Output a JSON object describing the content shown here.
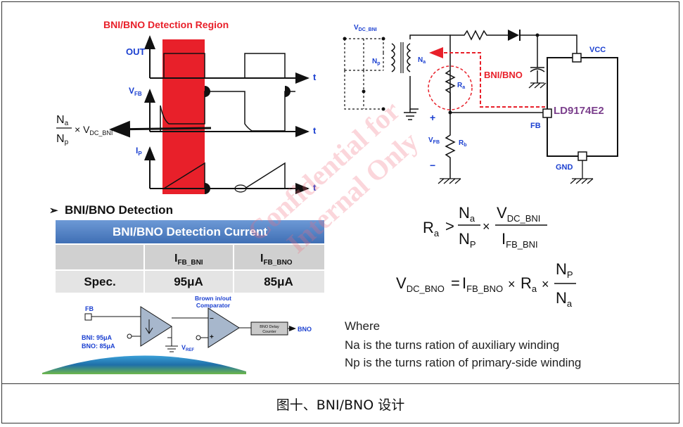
{
  "waveform": {
    "region_title": "BNI/BNO Detection Region",
    "out_label": "OUT",
    "vfb_label": "V",
    "vfb_sub": "FB",
    "ip_label": "I",
    "ip_sub": "P",
    "t_label": "t",
    "ratio_num": "N",
    "ratio_num_sub": "a",
    "ratio_den": "N",
    "ratio_den_sub": "p",
    "ratio_times": "× V",
    "ratio_vsub": "DC_BNI"
  },
  "schematic": {
    "vdc_label": "V",
    "vdc_sub": "DC_BNI",
    "np_label": "N",
    "np_sub": "p",
    "na_label": "N",
    "na_sub": "a",
    "ra_label": "R",
    "ra_sub": "a",
    "rb_label": "R",
    "rb_sub": "b",
    "vfb_label": "V",
    "vfb_sub": "FB",
    "plus": "+",
    "minus": "−",
    "bni_bno": "BNI/BNO",
    "vcc": "VCC",
    "chip": "LD9174E2",
    "fb": "FB",
    "gnd": "GND"
  },
  "detection": {
    "bullet": "➢",
    "heading": "BNI/BNO Detection",
    "table_title": "BNI/BNO Detection Current",
    "columns": [
      {
        "main": "I",
        "sub": "FB_BNI"
      },
      {
        "main": "I",
        "sub": "FB_BNO"
      }
    ],
    "row_label": "Spec.",
    "values": [
      "95μA",
      "85μA"
    ]
  },
  "comparator": {
    "fb_label": "FB",
    "title_line1": "Brown in/out",
    "title_line2": "Comparator",
    "bni_current": "BNI: 95μA",
    "bno_current": "BNO: 85μA",
    "vref": "V",
    "vref_sub": "REF",
    "delay_line1": "BNO Delay",
    "delay_line2": "Counter",
    "output": "BNO"
  },
  "equations": {
    "eq1": {
      "lhs": "R",
      "lhs_sub": "a",
      "op": ">",
      "n1": "N",
      "n1_sub": "a",
      "d1": "N",
      "d1_sub": "P",
      "times": "×",
      "n2": "V",
      "n2_sub": "DC_BNI",
      "d2": "I",
      "d2_sub": "FB_BNI"
    },
    "eq2": {
      "lhs": "V",
      "lhs_sub": "DC_BNO",
      "op": "=",
      "t1": "I",
      "t1_sub": "FB_BNO",
      "times1": "×",
      "t2": "R",
      "t2_sub": "a",
      "times2": "×",
      "n": "N",
      "n_sub": "P",
      "d": "N",
      "d_sub": "a"
    }
  },
  "notes": {
    "where": "Where",
    "na_note": "Na is the turns ration of auxiliary winding",
    "np_note": "Np is the turns ration of primary-side winding"
  },
  "watermark": {
    "line1": "Confidential for",
    "line2": "Internal Only"
  },
  "caption": "图十、BNI/BNO 设计",
  "colors": {
    "region_red": "#e8202a",
    "blue_label": "#1a3fd0",
    "table_header": "#4e7fc4",
    "table_body": "#d9d9d9",
    "chip_text": "#7b3f8c",
    "dashed_red": "#e8202a"
  }
}
